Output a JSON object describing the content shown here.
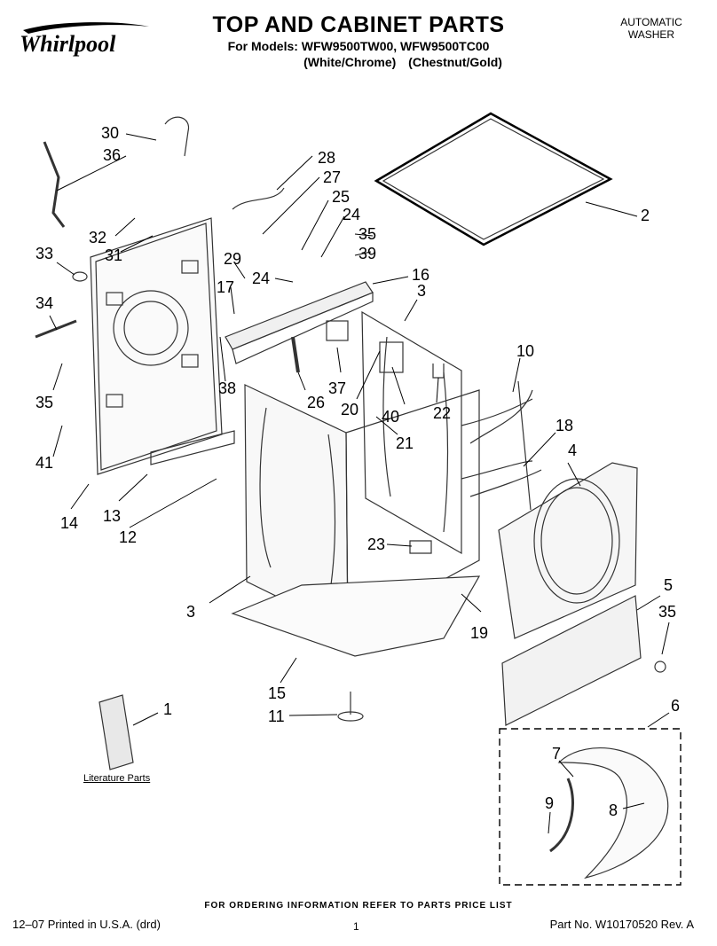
{
  "header": {
    "brand": "Whirlpool",
    "title": "TOP AND CABINET PARTS",
    "models": "For Models: WFW9500TW00, WFW9500TC00",
    "finish_1": "(White/Chrome)",
    "finish_2": "(Chestnut/Gold)",
    "category_line1": "AUTOMATIC",
    "category_line2": "WASHER"
  },
  "callouts": [
    "30",
    "36",
    "28",
    "27",
    "25",
    "24",
    "2",
    "32",
    "35",
    "31",
    "39",
    "33",
    "29",
    "24",
    "16",
    "17",
    "3",
    "34",
    "10",
    "38",
    "37",
    "26",
    "20",
    "40",
    "22",
    "35",
    "21",
    "41",
    "18",
    "4",
    "14",
    "13",
    "12",
    "23",
    "5",
    "3",
    "35",
    "19",
    "15",
    "6",
    "1",
    "11",
    "7",
    "9",
    "8"
  ],
  "literature_label": "Literature Parts",
  "footer": {
    "order_note": "FOR ORDERING INFORMATION REFER TO PARTS PRICE LIST",
    "printed": "12–07 Printed in U.S.A. (drd)",
    "page": "1",
    "part_no": "Part No. W10170520 Rev. A"
  },
  "colors": {
    "ink": "#000000",
    "line": "#333333",
    "panel": "#f4f4f4"
  }
}
